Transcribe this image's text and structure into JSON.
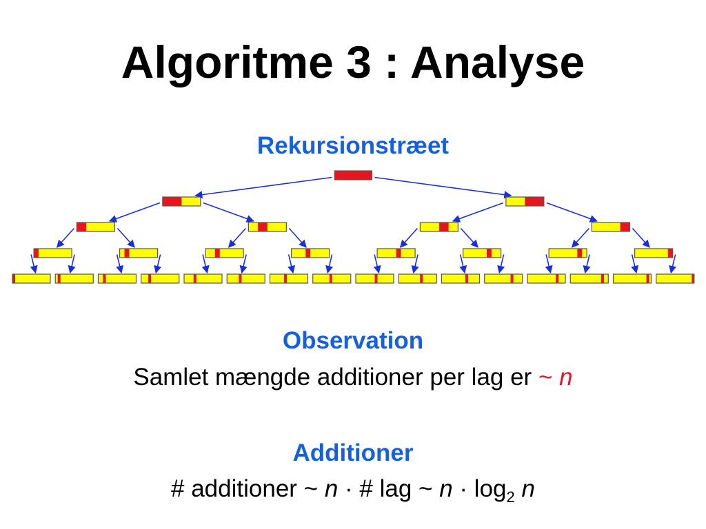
{
  "slide": {
    "title": "Algoritme 3 : Analyse",
    "tree_heading": "Rekursionstræet",
    "observation_heading": "Observation",
    "observation_text": "Samlet mængde additioner per lag er",
    "observation_tilde": "~",
    "observation_n": "n",
    "additions_heading": "Additioner",
    "formula": {
      "p1": "# additioner ~ ",
      "n1": "n",
      "dot1": " · ",
      "p2": "# lag ~ ",
      "n2": "n",
      "dot2": " · ",
      "log": "log",
      "sub": "2",
      "n3": "n"
    }
  },
  "diagram": {
    "levels": 5,
    "colors": {
      "split_segment": "#e8141e",
      "array_fill": "#ffff00",
      "outline": "#555555",
      "arrow": "#1a2ee0"
    }
  }
}
